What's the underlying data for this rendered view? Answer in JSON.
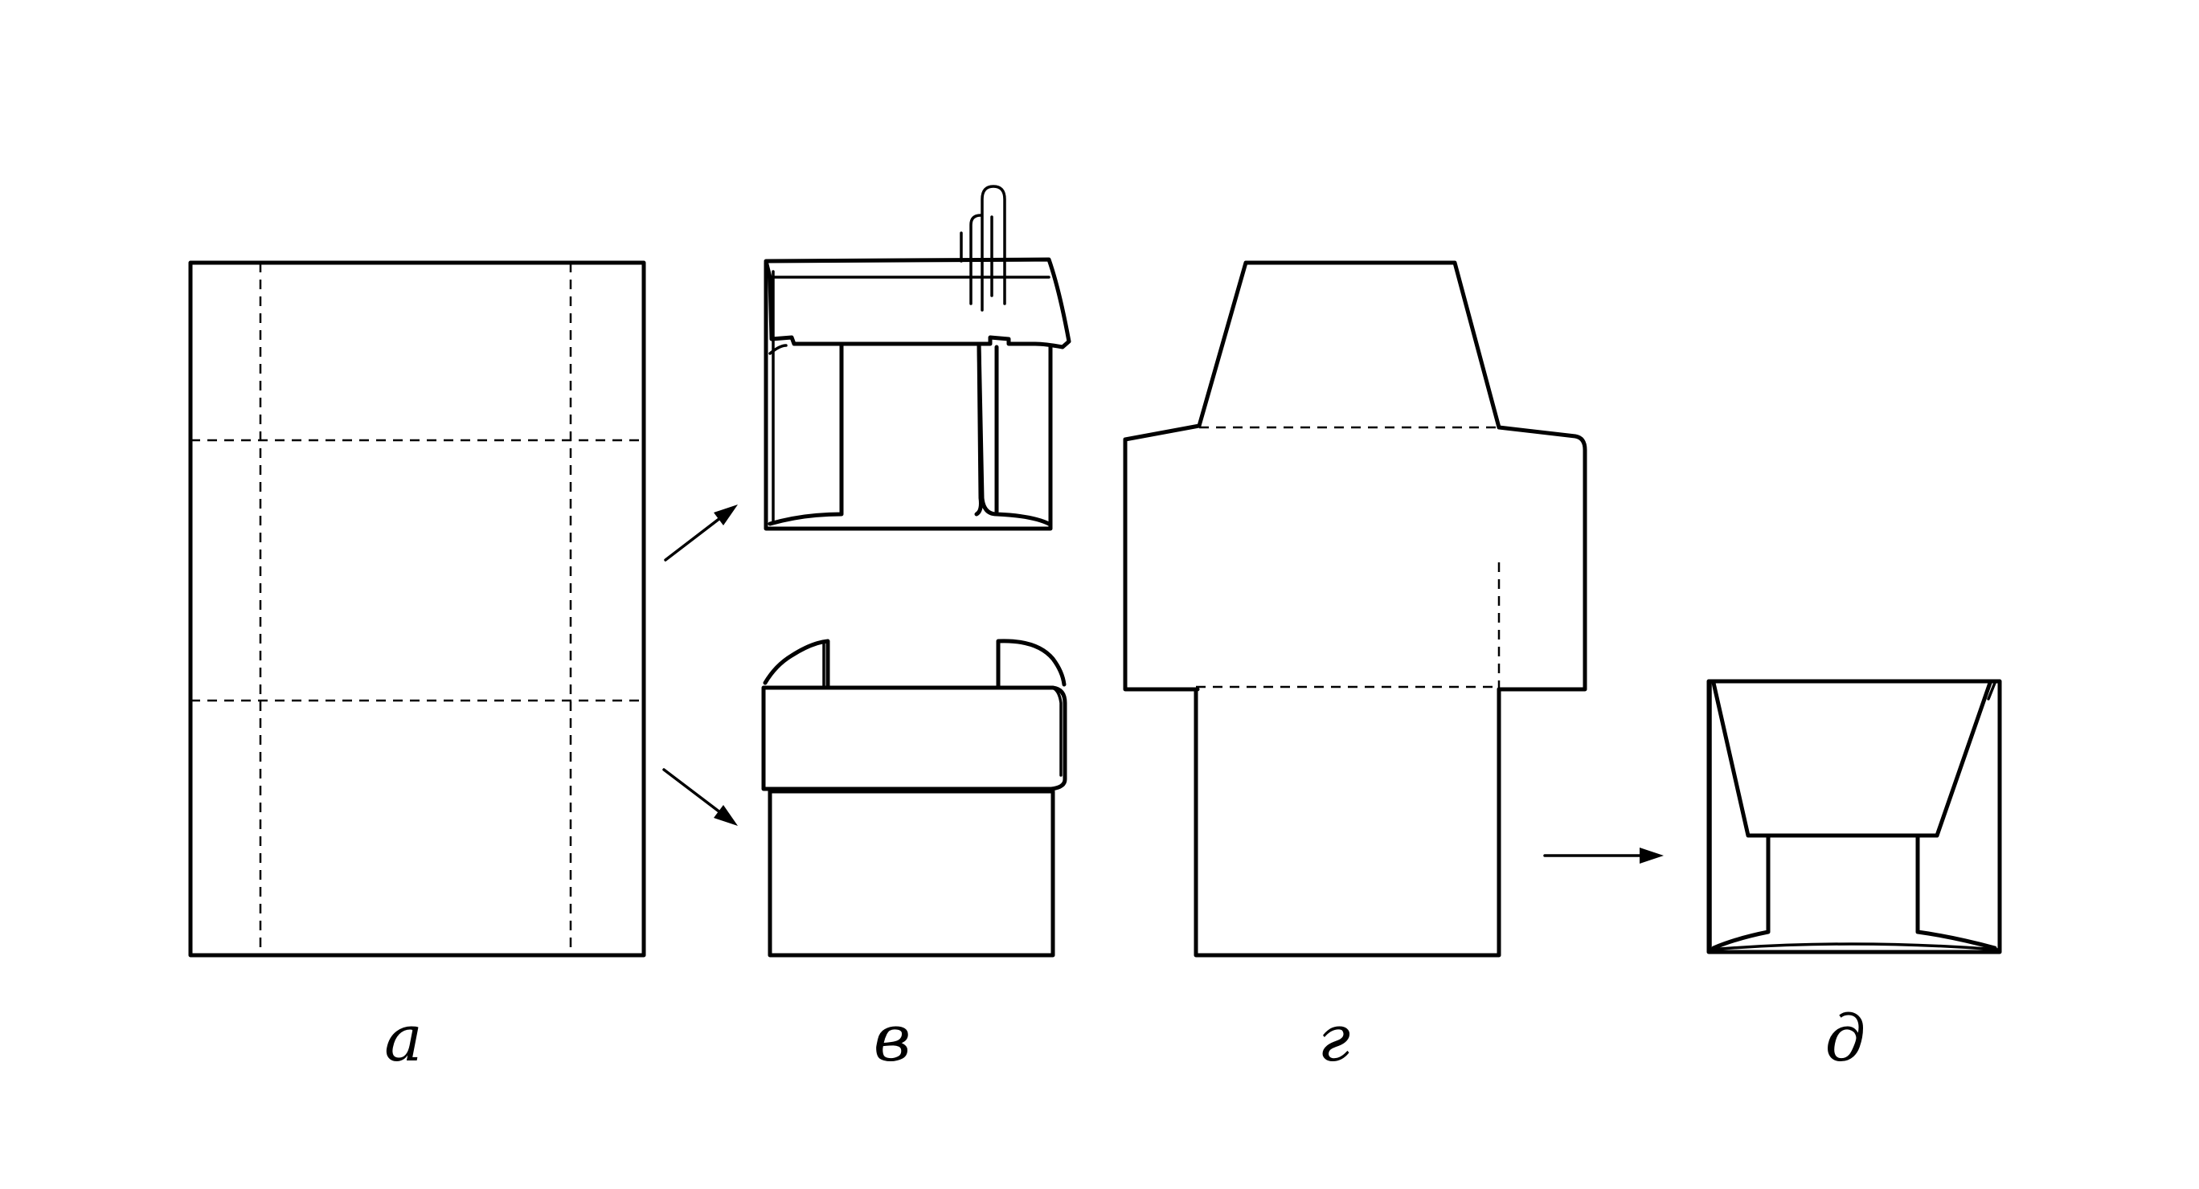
{
  "labels": {
    "a": "а",
    "b": "в",
    "c": "г",
    "d": "д"
  },
  "colors": {
    "line": "#000000",
    "background": "#ffffff"
  }
}
